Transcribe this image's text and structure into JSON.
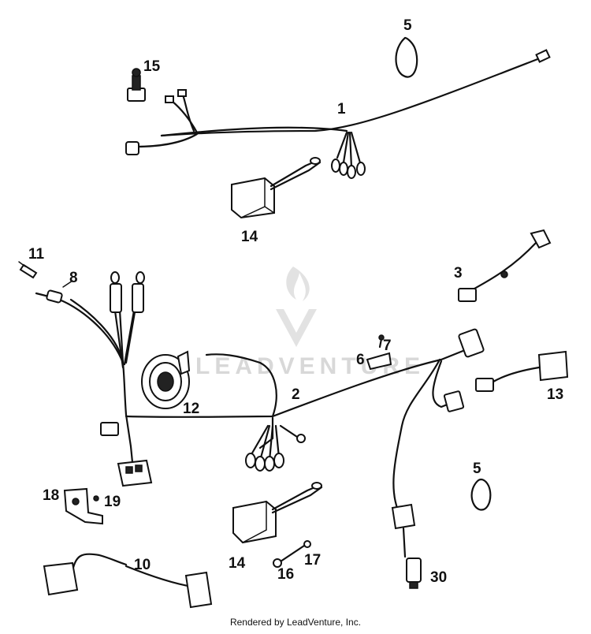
{
  "callouts": {
    "c1": "1",
    "c2": "2",
    "c3": "3",
    "c5a": "5",
    "c5b": "5",
    "c6": "6",
    "c7": "7",
    "c8": "8",
    "c10": "10",
    "c11": "11",
    "c12": "12",
    "c13": "13",
    "c14a": "14",
    "c14b": "14",
    "c15": "15",
    "c16": "16",
    "c17": "17",
    "c18": "18",
    "c19": "19",
    "c30": "30"
  },
  "watermark": {
    "text": "LEADVENTURE"
  },
  "footer": {
    "text": "Rendered by LeadVenture, Inc."
  },
  "colors": {
    "ink": "#111111",
    "watermark": "#d8d8d8",
    "background": "#ffffff"
  }
}
